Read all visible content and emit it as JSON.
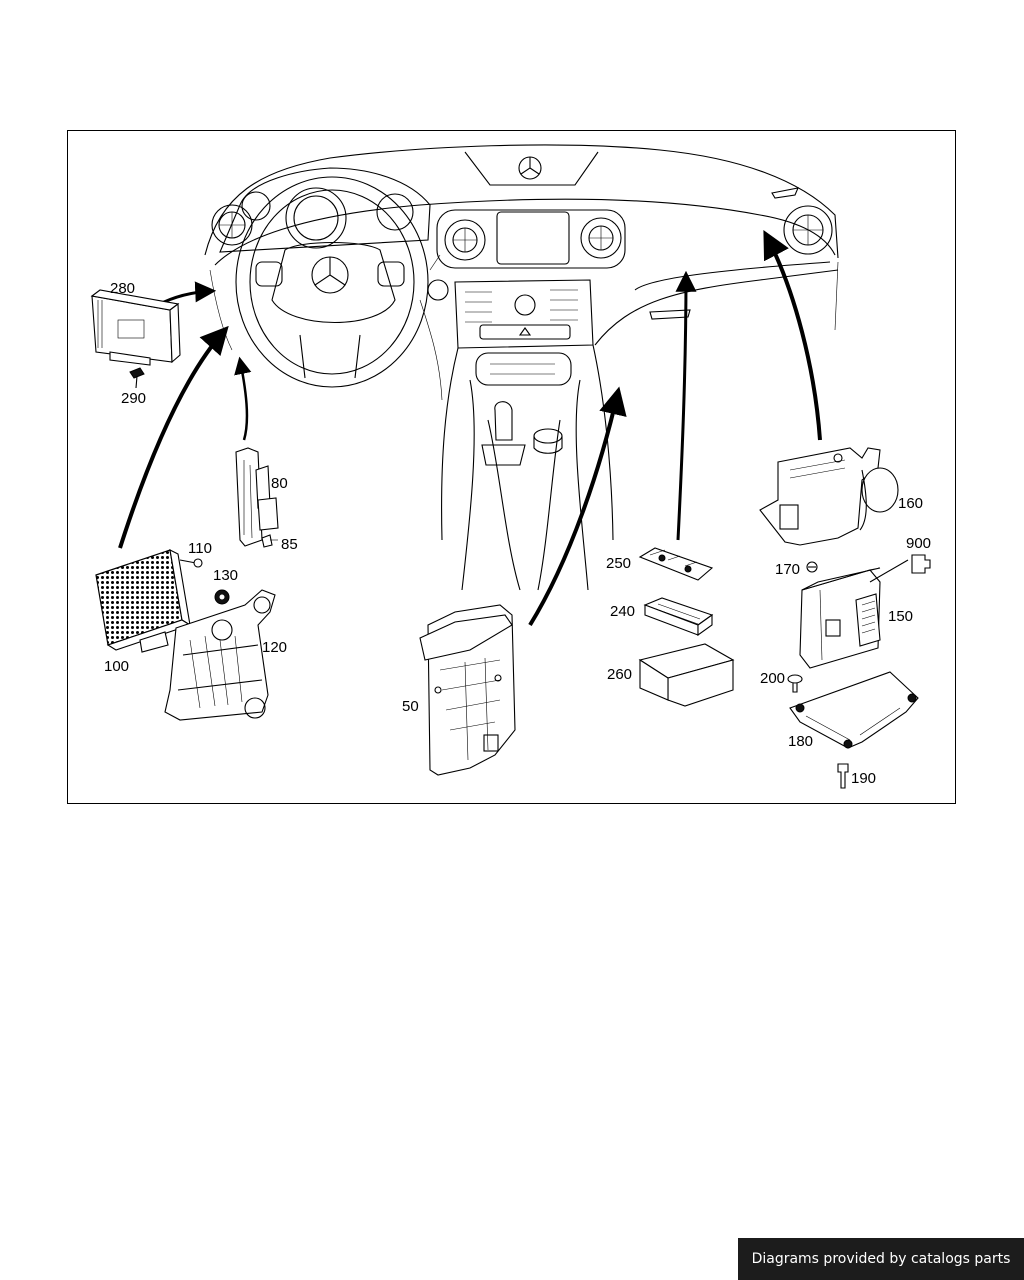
{
  "callouts": {
    "c280": "280",
    "c290": "290",
    "c80": "80",
    "c85": "85",
    "c110": "110",
    "c130": "130",
    "c100": "100",
    "c120": "120",
    "c50": "50",
    "c250": "250",
    "c240": "240",
    "c260": "260",
    "c160": "160",
    "c900": "900",
    "c170": "170",
    "c150": "150",
    "c200": "200",
    "c180": "180",
    "c190": "190"
  },
  "watermark": {
    "text": "Diagrams provided by catalogs parts"
  },
  "colors": {
    "line": "#000000",
    "background": "#ffffff",
    "watermark_bg": "#1c1c1c"
  }
}
